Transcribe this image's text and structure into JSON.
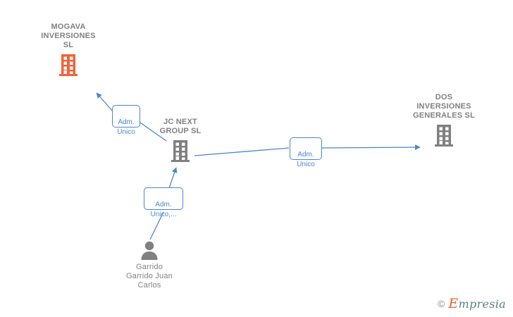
{
  "diagram": {
    "title": "Corporate relationship graph",
    "colors": {
      "company_highlight": "#f4623a",
      "company_default": "#808080",
      "person": "#808080",
      "edge": "#4a86d0",
      "label_text": "#4a86d0",
      "node_text": "#808080"
    },
    "nodes": [
      {
        "id": "mogava",
        "label": "MOGAVA\nINVERSIONES\nSL",
        "type": "company",
        "icon": "building-icon",
        "highlight": true
      },
      {
        "id": "jcnext",
        "label": "JC NEXT\nGROUP  SL",
        "type": "company",
        "icon": "building-icon",
        "highlight": false
      },
      {
        "id": "dos",
        "label": "DOS\nINVERSIONES\nGENERALES  SL",
        "type": "company",
        "icon": "building-icon",
        "highlight": false
      },
      {
        "id": "garrido",
        "label": "Garrido\nGarrido Juan\nCarlos",
        "type": "person",
        "icon": "person-icon",
        "highlight": false
      }
    ],
    "edges": [
      {
        "id": "edge-jcnext-mogava",
        "from": "jcnext",
        "to": "mogava",
        "label": "Adm.\nUnico"
      },
      {
        "id": "edge-jcnext-dos",
        "from": "jcnext",
        "to": "dos",
        "label": "Adm.\nUnico"
      },
      {
        "id": "edge-garrido-jcnext",
        "from": "garrido",
        "to": "jcnext",
        "label": "Adm.\nUnico,..."
      }
    ]
  },
  "watermark": {
    "copyright": "©",
    "brand_initial": "E",
    "brand_rest": "mpresia"
  }
}
